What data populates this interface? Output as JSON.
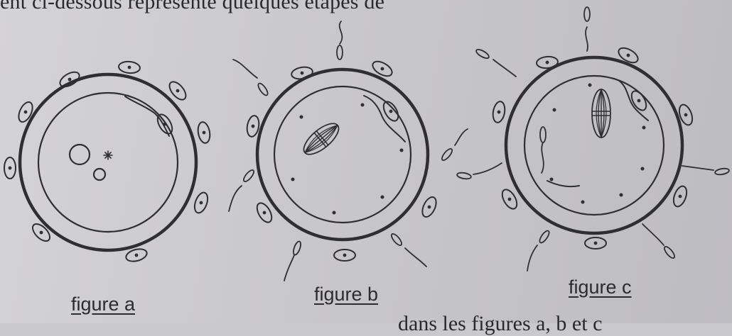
{
  "header_text": "ent ci-dessous représente quelques étapes de",
  "figures": [
    {
      "caption": "figure a"
    },
    {
      "caption": "figure b"
    },
    {
      "caption": "figure c"
    }
  ],
  "footer_text": "dans les figures a, b et c"
}
